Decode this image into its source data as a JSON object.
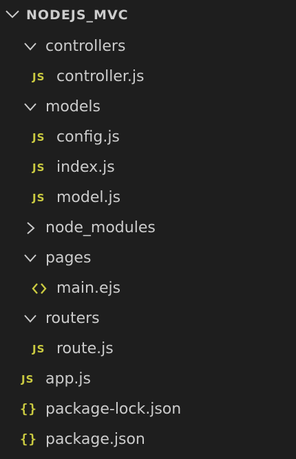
{
  "explorer": {
    "title": "NODEJS_MVC",
    "items": [
      {
        "name": "controllers",
        "icon": "chevron-down-icon"
      },
      {
        "name": "controller.js",
        "icon": "js-icon",
        "icon_text": "JS"
      },
      {
        "name": "models",
        "icon": "chevron-down-icon"
      },
      {
        "name": "config.js",
        "icon": "js-icon",
        "icon_text": "JS"
      },
      {
        "name": "index.js",
        "icon": "js-icon",
        "icon_text": "JS"
      },
      {
        "name": "model.js",
        "icon": "js-icon",
        "icon_text": "JS"
      },
      {
        "name": "node_modules",
        "icon": "chevron-right-icon"
      },
      {
        "name": "pages",
        "icon": "chevron-down-icon"
      },
      {
        "name": "main.ejs",
        "icon": "code-brackets-icon"
      },
      {
        "name": "routers",
        "icon": "chevron-down-icon"
      },
      {
        "name": "route.js",
        "icon": "js-icon",
        "icon_text": "JS"
      },
      {
        "name": "app.js",
        "icon": "js-icon",
        "icon_text": "JS"
      },
      {
        "name": "package-lock.json",
        "icon": "json-braces-icon",
        "icon_text": "{}"
      },
      {
        "name": "package.json",
        "icon": "json-braces-icon",
        "icon_text": "{}"
      }
    ]
  },
  "colors": {
    "background": "#1e1e1e",
    "text": "#cccccc",
    "js_icon": "#cbcb41",
    "json_icon": "#cbcb41",
    "ejs_icon": "#cbcb41"
  }
}
